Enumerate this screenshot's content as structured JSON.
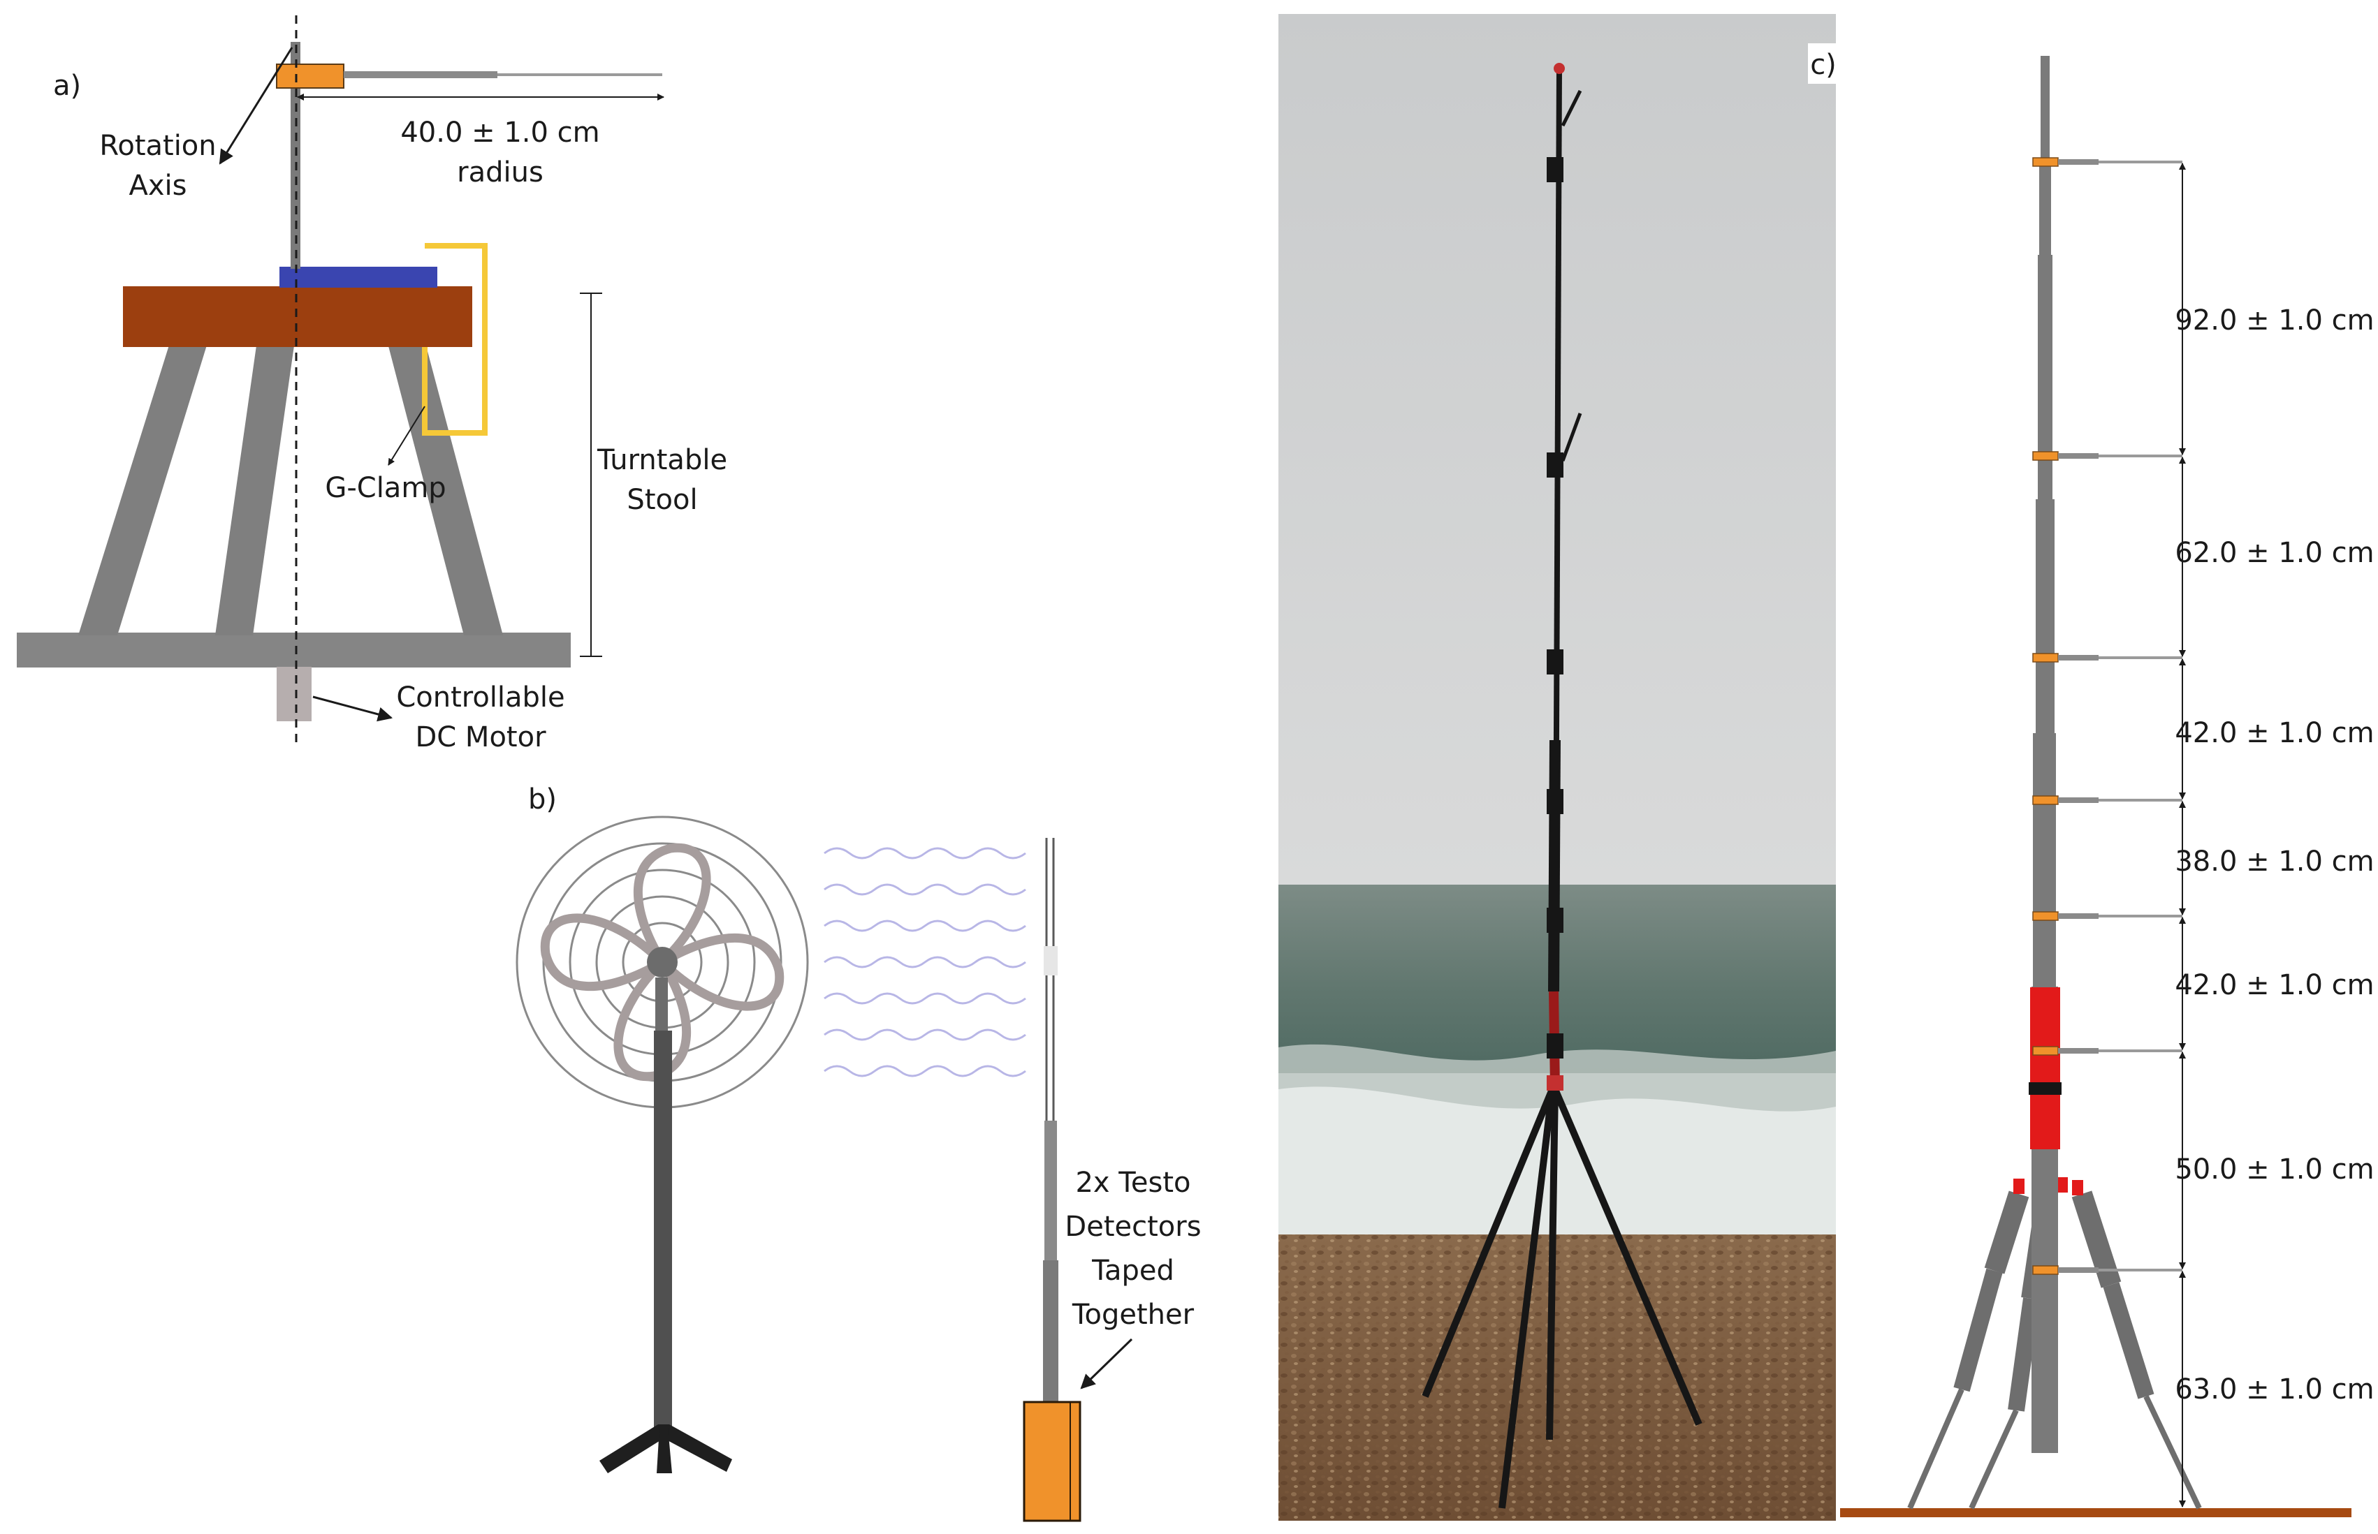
{
  "panel_a": {
    "label": "a)",
    "rotation_axis": [
      "Rotation",
      "Axis"
    ],
    "radius": [
      "40.0 ± 1.0 cm",
      "radius"
    ],
    "g_clamp": "G-Clamp",
    "stool": [
      "Turntable",
      "Stool"
    ],
    "motor": [
      "Controllable",
      "DC Motor"
    ]
  },
  "panel_b": {
    "label": "b)",
    "detectors": [
      "2x Testo",
      "Detectors",
      "Taped",
      "Together"
    ]
  },
  "panel_c": {
    "label": "c)",
    "spacings": [
      "92.0 ± 1.0 cm",
      "62.0 ± 1.0 cm",
      "42.0 ± 1.0 cm",
      "38.0 ± 1.0 cm",
      "42.0 ± 1.0 cm",
      "50.0 ± 1.0 cm",
      "63.0 ± 1.0 cm"
    ]
  },
  "colors": {
    "detector_orange": "#f0922b",
    "stool_brown": "#9c3f0f",
    "turntable_blue": "#3a45b0",
    "clamp_yellow": "#f5c838",
    "pole_grey": "#7a7a7a",
    "tripod_red": "#e21a1a",
    "ground_brown": "#a64a12"
  },
  "icons": {
    "fan": "pedestal-fan-icon",
    "wind": "wind-waves-icon",
    "photo": "mast-on-beach-photo"
  }
}
